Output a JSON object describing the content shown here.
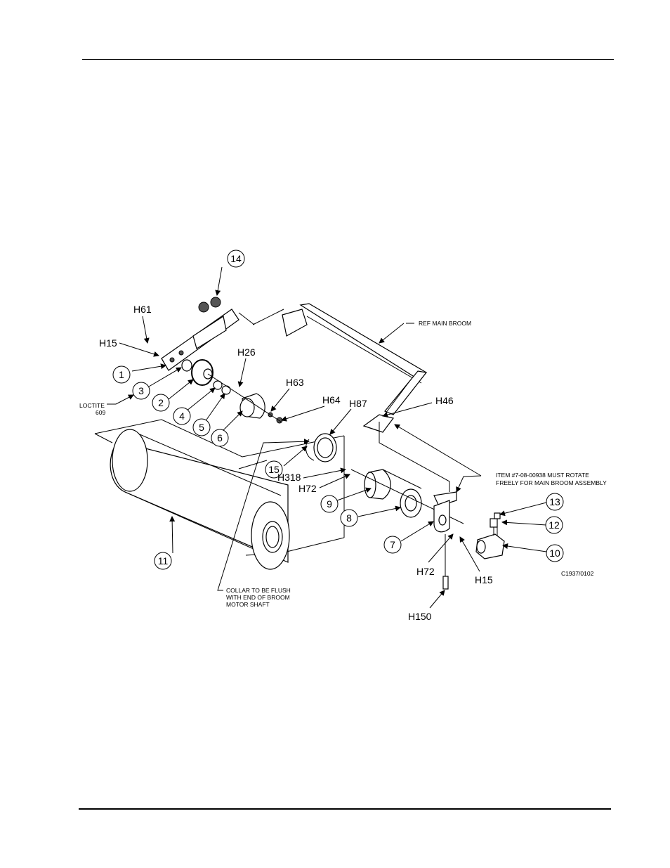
{
  "callouts": {
    "c1": "1",
    "c2": "2",
    "c3": "3",
    "c4": "4",
    "c5": "5",
    "c6": "6",
    "c7": "7",
    "c8": "8",
    "c9": "9",
    "c10": "10",
    "c11": "11",
    "c12": "12",
    "c13": "13",
    "c14": "14",
    "c15": "15"
  },
  "hardware": {
    "h61": "H61",
    "h15a": "H15",
    "h26": "H26",
    "h63": "H63",
    "h64": "H64",
    "h87": "H87",
    "h46": "H46",
    "h318": "H318",
    "h72a": "H72",
    "h72b": "H72",
    "h15b": "H15",
    "h150": "H150"
  },
  "notes": {
    "ref_main_broom": "REF MAIN BROOM",
    "loctite_1": "LOCTITE",
    "loctite_2": "609",
    "rotate_1": "ITEM #7-08-00938 MUST ROTATE",
    "rotate_2": "FREELY FOR MAIN BROOM ASSEMBLY",
    "collar_1": "COLLAR TO BE FLUSH",
    "collar_2": "WITH END OF BROOM",
    "collar_3": "MOTOR SHAFT",
    "drawing_number": "C1937/0102"
  }
}
